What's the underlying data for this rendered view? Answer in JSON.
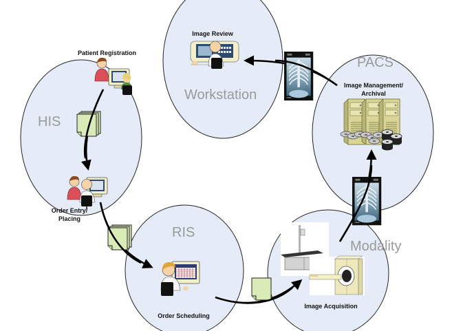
{
  "colors": {
    "circle_fill": "#e6ecf7",
    "circle_stroke": "#222222",
    "system_label": "#9a9a9a",
    "arrow": "#000000",
    "document_fill": "#d9ecb8",
    "film_frame": "#111111",
    "film_inner": "#a9c6d6",
    "server_fill": "#d8d49a",
    "monitor_fill": "#f2efc8"
  },
  "systems": {
    "his": {
      "label": "HIS"
    },
    "ris": {
      "label": "RIS"
    },
    "modality": {
      "label": "Modality"
    },
    "pacs": {
      "label": "PACS"
    },
    "workstation": {
      "label": "Workstation"
    }
  },
  "tasks": {
    "patient_registration": "Patient Registration",
    "order_entry_line1": "Order Entry/",
    "order_entry_line2": "Placing",
    "order_scheduling": "Order Scheduling",
    "image_acquisition": "Image Acquisition",
    "image_management_line1": "Image Management/",
    "image_management_line2": "Archival",
    "image_review": "Image Review"
  },
  "flows": [
    {
      "from": "Patient Registration",
      "to": "Order Entry/Placing",
      "carrier": "documents"
    },
    {
      "from": "Order Entry/Placing",
      "to": "Order Scheduling",
      "carrier": "documents"
    },
    {
      "from": "Order Scheduling",
      "to": "Image Acquisition",
      "carrier": "document"
    },
    {
      "from": "Image Acquisition",
      "to": "Image Management/Archival",
      "carrier": "x-ray film"
    },
    {
      "from": "Image Management/Archival",
      "to": "Image Review",
      "carrier": "x-ray film"
    }
  ]
}
